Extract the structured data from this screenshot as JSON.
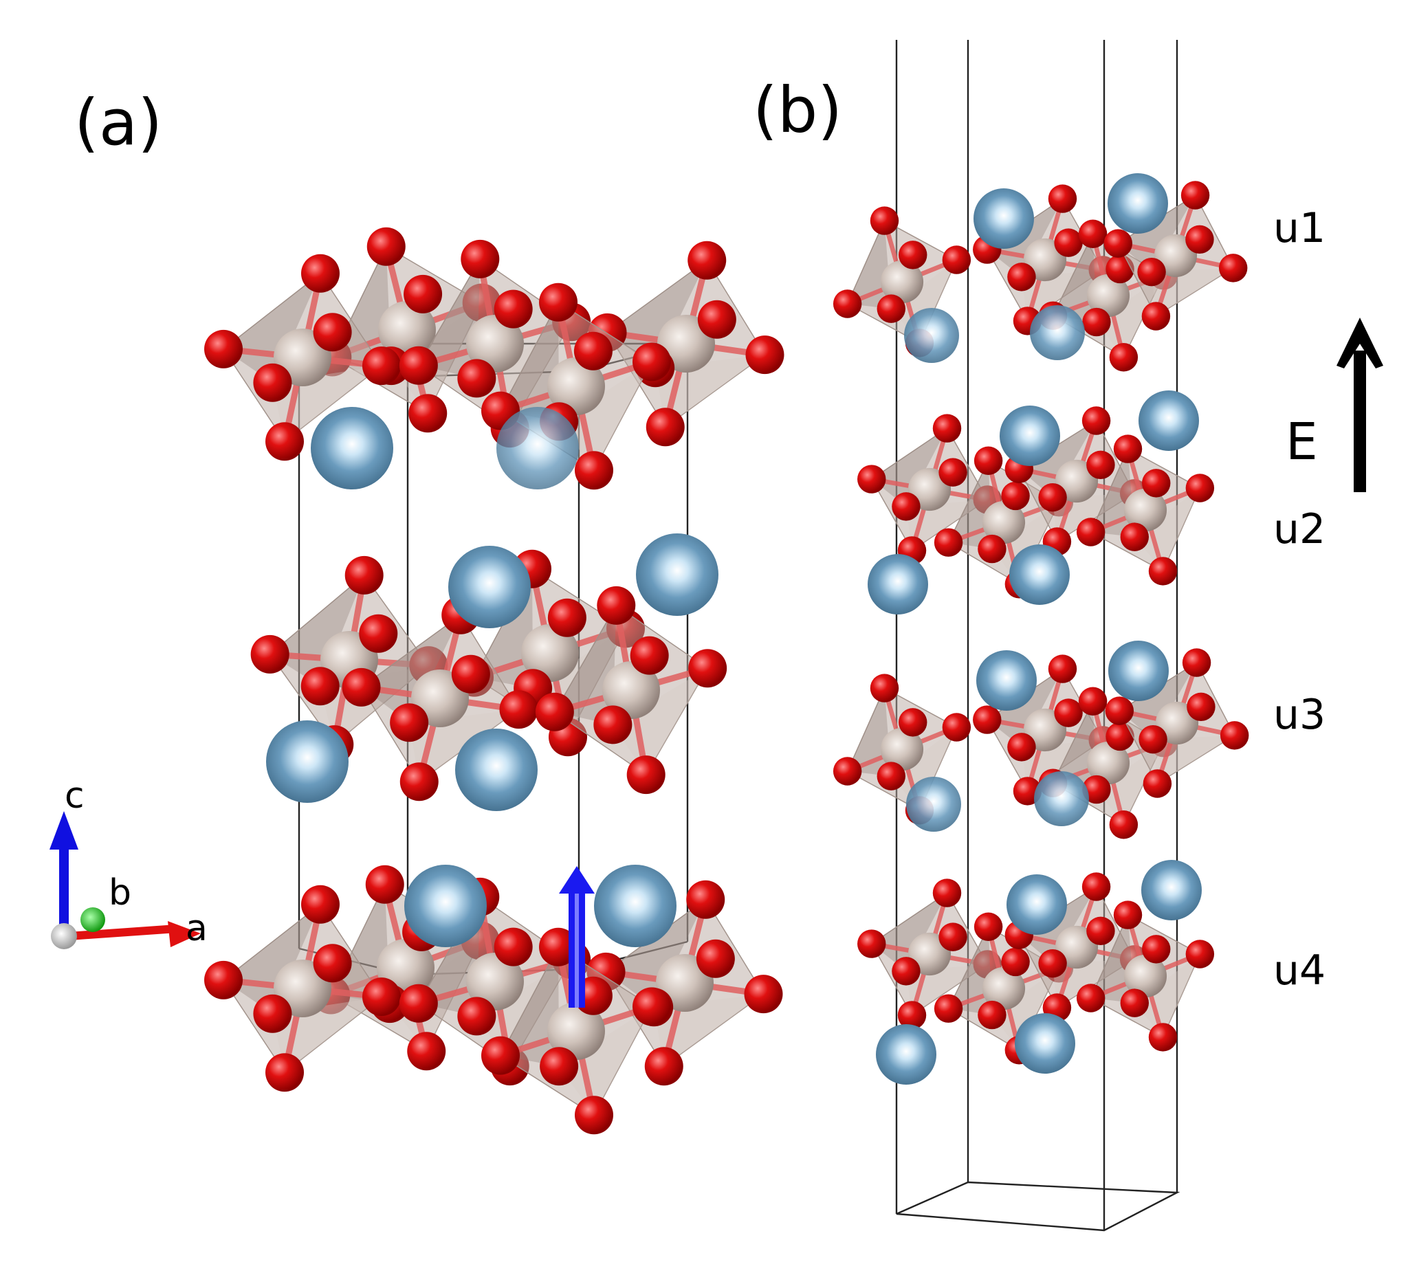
{
  "panels": {
    "a": {
      "label": "(a)"
    },
    "b": {
      "label": "(b)"
    }
  },
  "axes_triad": {
    "c": "c",
    "b": "b",
    "a": "a"
  },
  "layers": [
    "u1",
    "u2",
    "u3",
    "u4"
  ],
  "field_label": "E",
  "colors": {
    "oxygen": "#e01010",
    "b_site": "#cfc2ba",
    "a_site": "#5f8fb0",
    "octahedron": "#b9aaa1",
    "axis_a": "#e01010",
    "axis_b": "#20c020",
    "axis_c": "#1010e0",
    "origin": "#c8c8c8",
    "polarization_arrow": "#1a1af0",
    "cell_edge": "#222222"
  }
}
